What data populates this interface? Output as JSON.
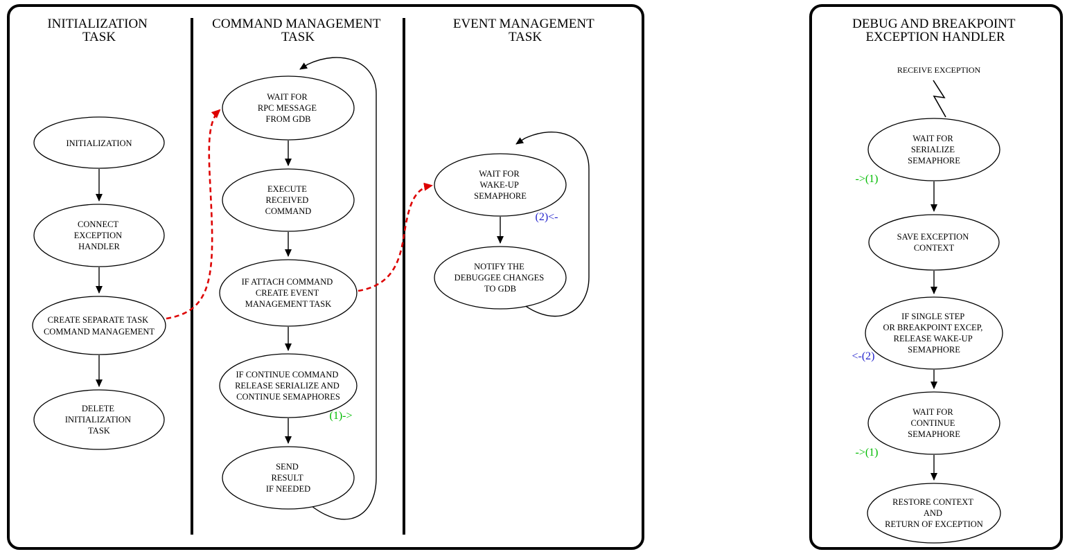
{
  "left_panel": {
    "columns": [
      {
        "title": [
          "INITIALIZATION",
          "TASK"
        ],
        "nodes": [
          {
            "lines": [
              "INITIALIZATION"
            ]
          },
          {
            "lines": [
              "CONNECT",
              "EXCEPTION",
              "HANDLER"
            ]
          },
          {
            "lines": [
              "CREATE SEPARATE TASK",
              "COMMAND MANAGEMENT"
            ]
          },
          {
            "lines": [
              "DELETE",
              "INITIALIZATION",
              "TASK"
            ]
          }
        ]
      },
      {
        "title": [
          "COMMAND MANAGEMENT",
          "TASK"
        ],
        "nodes": [
          {
            "lines": [
              "WAIT FOR",
              "RPC MESSAGE",
              "FROM GDB"
            ]
          },
          {
            "lines": [
              "EXECUTE",
              "RECEIVED",
              "COMMAND"
            ]
          },
          {
            "lines": [
              "IF ATTACH COMMAND",
              "CREATE EVENT",
              "MANAGEMENT TASK"
            ]
          },
          {
            "lines": [
              "IF CONTINUE COMMAND",
              "RELEASE SERIALIZE AND",
              "CONTINUE SEMAPHORES"
            ]
          },
          {
            "lines": [
              "SEND",
              "RESULT",
              "IF NEEDED"
            ]
          }
        ],
        "semaphore_label": "(1)->"
      },
      {
        "title": [
          "EVENT MANAGEMENT",
          "TASK"
        ],
        "nodes": [
          {
            "lines": [
              "WAIT FOR",
              "WAKE-UP",
              "SEMAPHORE"
            ]
          },
          {
            "lines": [
              "NOTIFY THE",
              "DEBUGGEE CHANGES",
              "TO GDB"
            ]
          }
        ],
        "semaphore_label": "(2)<-"
      }
    ]
  },
  "right_panel": {
    "title": [
      "DEBUG AND BREAKPOINT",
      "EXCEPTION HANDLER"
    ],
    "receive_exception_label": "RECEIVE EXCEPTION",
    "nodes": [
      {
        "lines": [
          "WAIT FOR",
          "SERIALIZE",
          "SEMAPHORE"
        ]
      },
      {
        "lines": [
          "SAVE EXCEPTION",
          "CONTEXT"
        ]
      },
      {
        "lines": [
          "IF SINGLE STEP",
          "OR BREAKPOINT EXCEP,",
          "RELEASE WAKE-UP",
          "SEMAPHORE"
        ]
      },
      {
        "lines": [
          "WAIT FOR",
          "CONTINUE",
          "SEMAPHORE"
        ]
      },
      {
        "lines": [
          "RESTORE CONTEXT",
          "AND",
          "RETURN OF EXCEPTION"
        ]
      }
    ],
    "semaphore_labels": [
      "->(1)",
      "<-(2)",
      "->(1)"
    ]
  },
  "colors": {
    "outline": "#000000",
    "task_creation_arrow": "#dd0000",
    "semaphore_release_green": "#00bb00",
    "semaphore_wait_blue": "#2222cc"
  }
}
